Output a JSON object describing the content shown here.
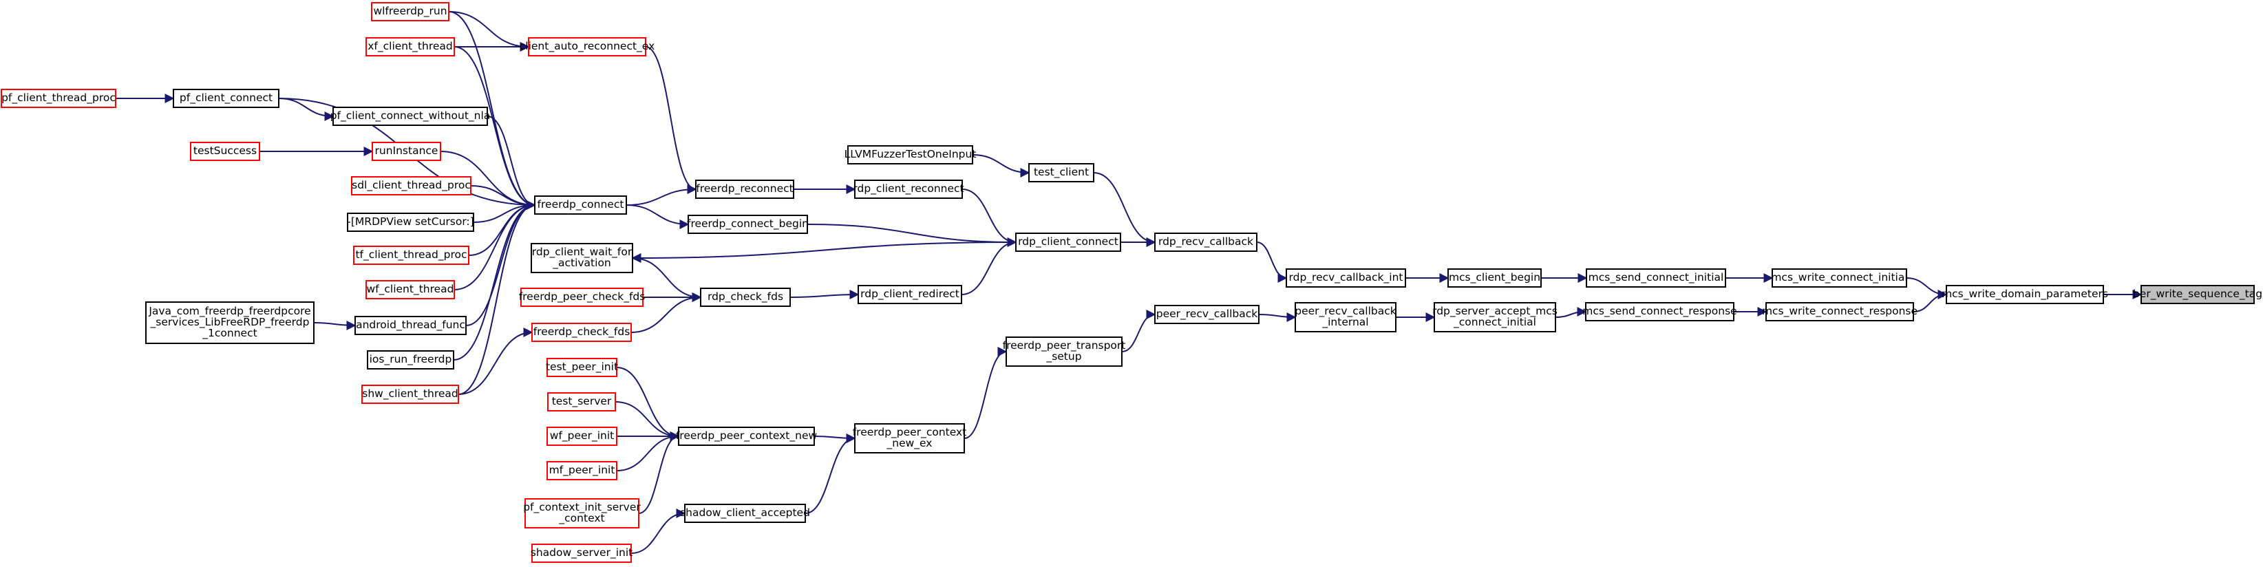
{
  "focus": "ber_write_sequence_tag",
  "colors": {
    "edge": "#191970",
    "node_border": "#000000",
    "incomplete_node_border": "#ff0000",
    "focus_fill": "#bfbfbf"
  },
  "nodes": [
    {
      "id": "ber_write_sequence_tag",
      "lines": [
        "ber_write_sequence_tag"
      ],
      "style": "focus"
    },
    {
      "id": "mcs_write_domain_parameters",
      "lines": [
        "mcs_write_domain_parameters"
      ],
      "style": "black"
    },
    {
      "id": "mcs_write_connect_initial",
      "lines": [
        "mcs_write_connect_initial"
      ],
      "style": "black"
    },
    {
      "id": "mcs_write_connect_response",
      "lines": [
        "mcs_write_connect_response"
      ],
      "style": "black"
    },
    {
      "id": "mcs_send_connect_initial",
      "lines": [
        "mcs_send_connect_initial"
      ],
      "style": "black"
    },
    {
      "id": "mcs_send_connect_response",
      "lines": [
        "mcs_send_connect_response"
      ],
      "style": "black"
    },
    {
      "id": "mcs_client_begin",
      "lines": [
        "mcs_client_begin"
      ],
      "style": "black"
    },
    {
      "id": "rdp_server_accept_mcs_connect_initial",
      "lines": [
        "rdp_server_accept_mcs",
        "_connect_initial"
      ],
      "style": "black"
    },
    {
      "id": "rdp_recv_callback_int",
      "lines": [
        "rdp_recv_callback_int"
      ],
      "style": "black"
    },
    {
      "id": "peer_recv_callback_internal",
      "lines": [
        "peer_recv_callback",
        "_internal"
      ],
      "style": "black"
    },
    {
      "id": "rdp_recv_callback",
      "lines": [
        "rdp_recv_callback"
      ],
      "style": "black"
    },
    {
      "id": "peer_recv_callback",
      "lines": [
        "peer_recv_callback"
      ],
      "style": "black"
    },
    {
      "id": "rdp_client_connect",
      "lines": [
        "rdp_client_connect"
      ],
      "style": "black"
    },
    {
      "id": "freerdp_peer_transport_setup",
      "lines": [
        "freerdp_peer_transport",
        "_setup"
      ],
      "style": "black"
    },
    {
      "id": "test_client",
      "lines": [
        "test_client"
      ],
      "style": "black"
    },
    {
      "id": "LLVMFuzzerTestOneInput",
      "lines": [
        "LLVMFuzzerTestOneInput"
      ],
      "style": "black"
    },
    {
      "id": "rdp_client_reconnect",
      "lines": [
        "rdp_client_reconnect"
      ],
      "style": "black"
    },
    {
      "id": "rdp_client_redirect",
      "lines": [
        "rdp_client_redirect"
      ],
      "style": "black"
    },
    {
      "id": "freerdp_peer_context_new_ex",
      "lines": [
        "freerdp_peer_context",
        "_new_ex"
      ],
      "style": "black"
    },
    {
      "id": "freerdp_reconnect",
      "lines": [
        "freerdp_reconnect"
      ],
      "style": "black"
    },
    {
      "id": "freerdp_connect_begin",
      "lines": [
        "freerdp_connect_begin"
      ],
      "style": "black"
    },
    {
      "id": "rdp_check_fds",
      "lines": [
        "rdp_check_fds"
      ],
      "style": "black"
    },
    {
      "id": "freerdp_peer_context_new",
      "lines": [
        "freerdp_peer_context_new"
      ],
      "style": "black"
    },
    {
      "id": "shadow_client_accepted",
      "lines": [
        "shadow_client_accepted"
      ],
      "style": "black"
    },
    {
      "id": "client_auto_reconnect_ex",
      "lines": [
        "client_auto_reconnect_ex"
      ],
      "style": "red"
    },
    {
      "id": "freerdp_connect",
      "lines": [
        "freerdp_connect"
      ],
      "style": "black"
    },
    {
      "id": "rdp_client_wait_for_activation",
      "lines": [
        "rdp_client_wait_for",
        "_activation"
      ],
      "style": "black"
    },
    {
      "id": "freerdp_peer_check_fds",
      "lines": [
        "freerdp_peer_check_fds"
      ],
      "style": "red"
    },
    {
      "id": "freerdp_check_fds",
      "lines": [
        "freerdp_check_fds"
      ],
      "style": "red"
    },
    {
      "id": "test_peer_init",
      "lines": [
        "test_peer_init"
      ],
      "style": "red"
    },
    {
      "id": "test_server",
      "lines": [
        "test_server"
      ],
      "style": "red"
    },
    {
      "id": "wf_peer_init",
      "lines": [
        "wf_peer_init"
      ],
      "style": "red"
    },
    {
      "id": "mf_peer_init",
      "lines": [
        "mf_peer_init"
      ],
      "style": "red"
    },
    {
      "id": "pf_context_init_server_context",
      "lines": [
        "pf_context_init_server",
        "_context"
      ],
      "style": "red"
    },
    {
      "id": "shadow_server_init",
      "lines": [
        "shadow_server_init"
      ],
      "style": "red"
    },
    {
      "id": "wlfreerdp_run",
      "lines": [
        "wlfreerdp_run"
      ],
      "style": "red"
    },
    {
      "id": "xf_client_thread",
      "lines": [
        "xf_client_thread"
      ],
      "style": "red"
    },
    {
      "id": "pf_client_connect",
      "lines": [
        "pf_client_connect"
      ],
      "style": "black"
    },
    {
      "id": "pf_client_connect_without_nla",
      "lines": [
        "pf_client_connect_without_nla"
      ],
      "style": "black"
    },
    {
      "id": "runInstance",
      "lines": [
        "runInstance"
      ],
      "style": "red"
    },
    {
      "id": "sdl_client_thread_proc",
      "lines": [
        "sdl_client_thread_proc"
      ],
      "style": "red"
    },
    {
      "id": "MRDPView_setCursor",
      "lines": [
        "-[MRDPView setCursor:]"
      ],
      "style": "black"
    },
    {
      "id": "tf_client_thread_proc",
      "lines": [
        "tf_client_thread_proc"
      ],
      "style": "red"
    },
    {
      "id": "wf_client_thread",
      "lines": [
        "wf_client_thread"
      ],
      "style": "red"
    },
    {
      "id": "android_thread_func",
      "lines": [
        "android_thread_func"
      ],
      "style": "black"
    },
    {
      "id": "ios_run_freerdp",
      "lines": [
        "ios_run_freerdp"
      ],
      "style": "black"
    },
    {
      "id": "shw_client_thread",
      "lines": [
        "shw_client_thread"
      ],
      "style": "red"
    },
    {
      "id": "pf_client_thread_proc",
      "lines": [
        "pf_client_thread_proc"
      ],
      "style": "red"
    },
    {
      "id": "testSuccess",
      "lines": [
        "testSuccess"
      ],
      "style": "red"
    },
    {
      "id": "Java_com_freerdp",
      "lines": [
        "Java_com_freerdp_freerdpcore",
        "_services_LibFreeRDP_freerdp",
        "_1connect"
      ],
      "style": "black"
    }
  ],
  "edges": [
    [
      "mcs_write_domain_parameters",
      "ber_write_sequence_tag"
    ],
    [
      "mcs_write_connect_initial",
      "mcs_write_domain_parameters"
    ],
    [
      "mcs_write_connect_response",
      "mcs_write_domain_parameters"
    ],
    [
      "mcs_send_connect_initial",
      "mcs_write_connect_initial"
    ],
    [
      "mcs_send_connect_response",
      "mcs_write_connect_response"
    ],
    [
      "mcs_client_begin",
      "mcs_send_connect_initial"
    ],
    [
      "rdp_server_accept_mcs_connect_initial",
      "mcs_send_connect_response"
    ],
    [
      "rdp_recv_callback_int",
      "mcs_client_begin"
    ],
    [
      "peer_recv_callback_internal",
      "rdp_server_accept_mcs_connect_initial"
    ],
    [
      "rdp_recv_callback",
      "rdp_recv_callback_int"
    ],
    [
      "peer_recv_callback",
      "peer_recv_callback_internal"
    ],
    [
      "rdp_client_connect",
      "rdp_recv_callback"
    ],
    [
      "test_client",
      "rdp_recv_callback"
    ],
    [
      "freerdp_peer_transport_setup",
      "peer_recv_callback"
    ],
    [
      "LLVMFuzzerTestOneInput",
      "test_client"
    ],
    [
      "rdp_client_reconnect",
      "rdp_client_connect"
    ],
    [
      "freerdp_connect_begin",
      "rdp_client_connect"
    ],
    [
      "rdp_client_redirect",
      "rdp_client_connect"
    ],
    [
      "rdp_client_connect",
      "rdp_client_wait_for_activation"
    ],
    [
      "freerdp_peer_context_new_ex",
      "freerdp_peer_transport_setup"
    ],
    [
      "freerdp_reconnect",
      "rdp_client_reconnect"
    ],
    [
      "rdp_check_fds",
      "rdp_client_redirect"
    ],
    [
      "freerdp_peer_context_new",
      "freerdp_peer_context_new_ex"
    ],
    [
      "shadow_client_accepted",
      "freerdp_peer_context_new_ex"
    ],
    [
      "client_auto_reconnect_ex",
      "freerdp_reconnect"
    ],
    [
      "freerdp_connect",
      "freerdp_reconnect"
    ],
    [
      "freerdp_connect",
      "freerdp_connect_begin"
    ],
    [
      "rdp_check_fds",
      "rdp_client_wait_for_activation"
    ],
    [
      "freerdp_peer_check_fds",
      "rdp_check_fds"
    ],
    [
      "freerdp_check_fds",
      "rdp_check_fds"
    ],
    [
      "test_peer_init",
      "freerdp_peer_context_new"
    ],
    [
      "test_server",
      "freerdp_peer_context_new"
    ],
    [
      "wf_peer_init",
      "freerdp_peer_context_new"
    ],
    [
      "mf_peer_init",
      "freerdp_peer_context_new"
    ],
    [
      "pf_context_init_server_context",
      "freerdp_peer_context_new"
    ],
    [
      "shadow_server_init",
      "shadow_client_accepted"
    ],
    [
      "wlfreerdp_run",
      "client_auto_reconnect_ex"
    ],
    [
      "xf_client_thread",
      "client_auto_reconnect_ex"
    ],
    [
      "wlfreerdp_run",
      "freerdp_connect"
    ],
    [
      "xf_client_thread",
      "freerdp_connect"
    ],
    [
      "pf_client_connect",
      "freerdp_connect"
    ],
    [
      "pf_client_connect_without_nla",
      "freerdp_connect"
    ],
    [
      "runInstance",
      "freerdp_connect"
    ],
    [
      "sdl_client_thread_proc",
      "freerdp_connect"
    ],
    [
      "MRDPView_setCursor",
      "freerdp_connect"
    ],
    [
      "tf_client_thread_proc",
      "freerdp_connect"
    ],
    [
      "wf_client_thread",
      "freerdp_connect"
    ],
    [
      "android_thread_func",
      "freerdp_connect"
    ],
    [
      "ios_run_freerdp",
      "freerdp_connect"
    ],
    [
      "shw_client_thread",
      "freerdp_connect"
    ],
    [
      "shw_client_thread",
      "freerdp_check_fds"
    ],
    [
      "pf_client_thread_proc",
      "pf_client_connect"
    ],
    [
      "pf_client_connect",
      "pf_client_connect_without_nla"
    ],
    [
      "testSuccess",
      "runInstance"
    ],
    [
      "Java_com_freerdp",
      "android_thread_func"
    ]
  ]
}
